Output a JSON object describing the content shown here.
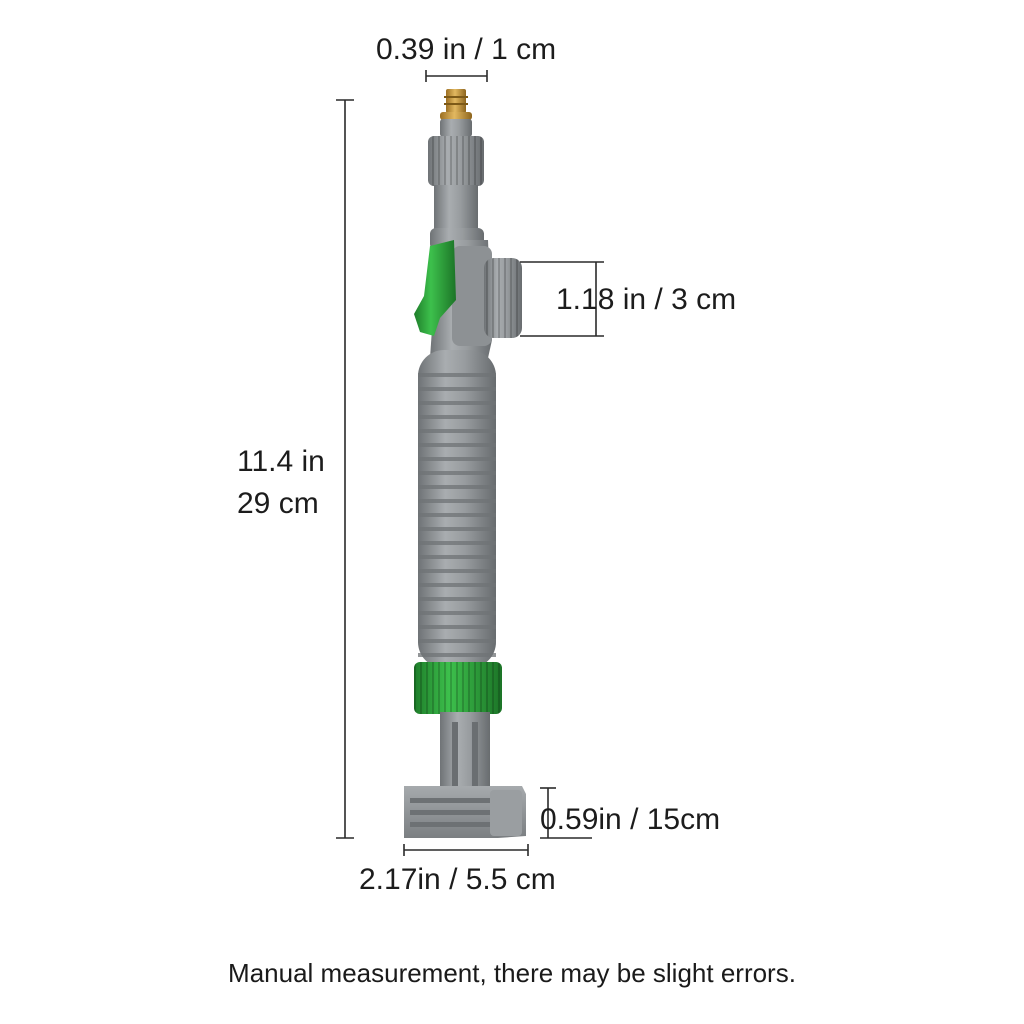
{
  "dimensions": {
    "tip_width": "0.39 in / 1 cm",
    "total_length_in": "11.4 in",
    "total_length_cm": "29 cm",
    "knob_height": "1.18 in / 3 cm",
    "base_height": "0.59in / 15cm",
    "base_width": "2.17in / 5.5 cm"
  },
  "note": "Manual measurement, there may be slight errors.",
  "colors": {
    "body_gray": "#8f9396",
    "accent_green": "#2fa83c",
    "brass_tip": "#c89a3a",
    "background": "#ffffff"
  }
}
